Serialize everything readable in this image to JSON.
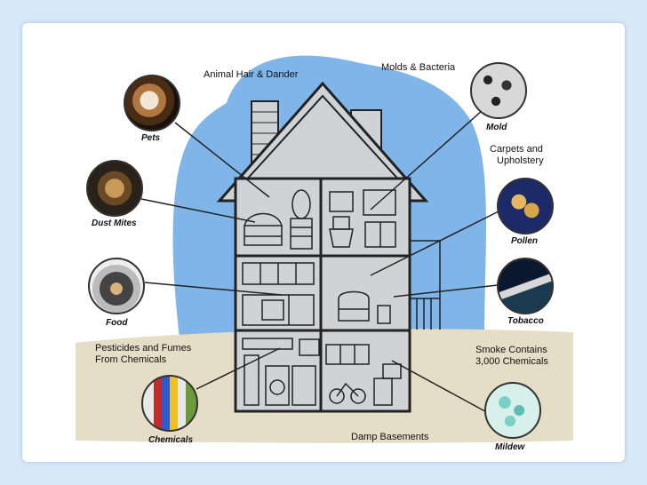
{
  "labels": {
    "animal_hair": "Animal Hair & Dander",
    "molds_bacteria": "Molds & Bacteria",
    "carpets_line1": "Carpets and",
    "carpets_line2": "Upholstery",
    "pesticides_line1": "Pesticides and Fumes",
    "pesticides_line2": "From Chemicals",
    "smoke_line1": "Smoke Contains",
    "smoke_line2": "3,000 Chemicals",
    "damp_basements": "Damp Basements"
  },
  "captions": {
    "pets": "Pets",
    "dust_mites": "Dust Mites",
    "food": "Food",
    "chemicals": "Chemicals",
    "mold": "Mold",
    "pollen": "Pollen",
    "tobacco": "Tobacco",
    "mildew": "Mildew"
  },
  "colors": {
    "sky_blob": "#7fb5e8",
    "ground": "#e6ddc6",
    "house_fill": "#d0d3d6",
    "house_stroke": "#222222"
  }
}
